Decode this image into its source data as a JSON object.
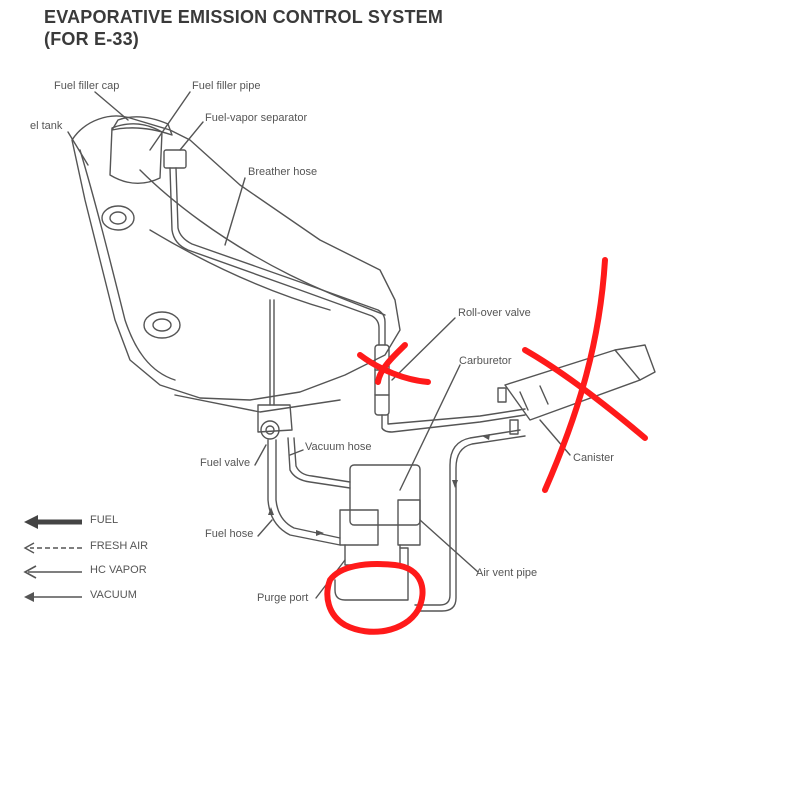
{
  "title": {
    "line1": "EVAPORATIVE EMISSION CONTROL SYSTEM",
    "line2": "(FOR E-33)"
  },
  "labels": {
    "fuel_filler_cap": "Fuel filler cap",
    "fuel_filler_pipe": "Fuel filler pipe",
    "fuel_tank": "el tank",
    "fuel_vapor_separator": "Fuel-vapor separator",
    "breather_hose": "Breather hose",
    "roll_over_valve": "Roll-over valve",
    "carburetor": "Carburetor",
    "vacuum_hose": "Vacuum hose",
    "fuel_valve": "Fuel valve",
    "canister": "Canister",
    "fuel_hose": "Fuel hose",
    "air_vent_pipe": "Air vent pipe",
    "purge_port": "Purge port"
  },
  "legend": [
    {
      "label": "FUEL",
      "style": "thick"
    },
    {
      "label": "FRESH AIR",
      "style": "dashed"
    },
    {
      "label": "HC VAPOR",
      "style": "open"
    },
    {
      "label": "VACUUM",
      "style": "thin"
    }
  ],
  "colors": {
    "line_art": "#555555",
    "annotation_red": "#ff1a1a"
  }
}
